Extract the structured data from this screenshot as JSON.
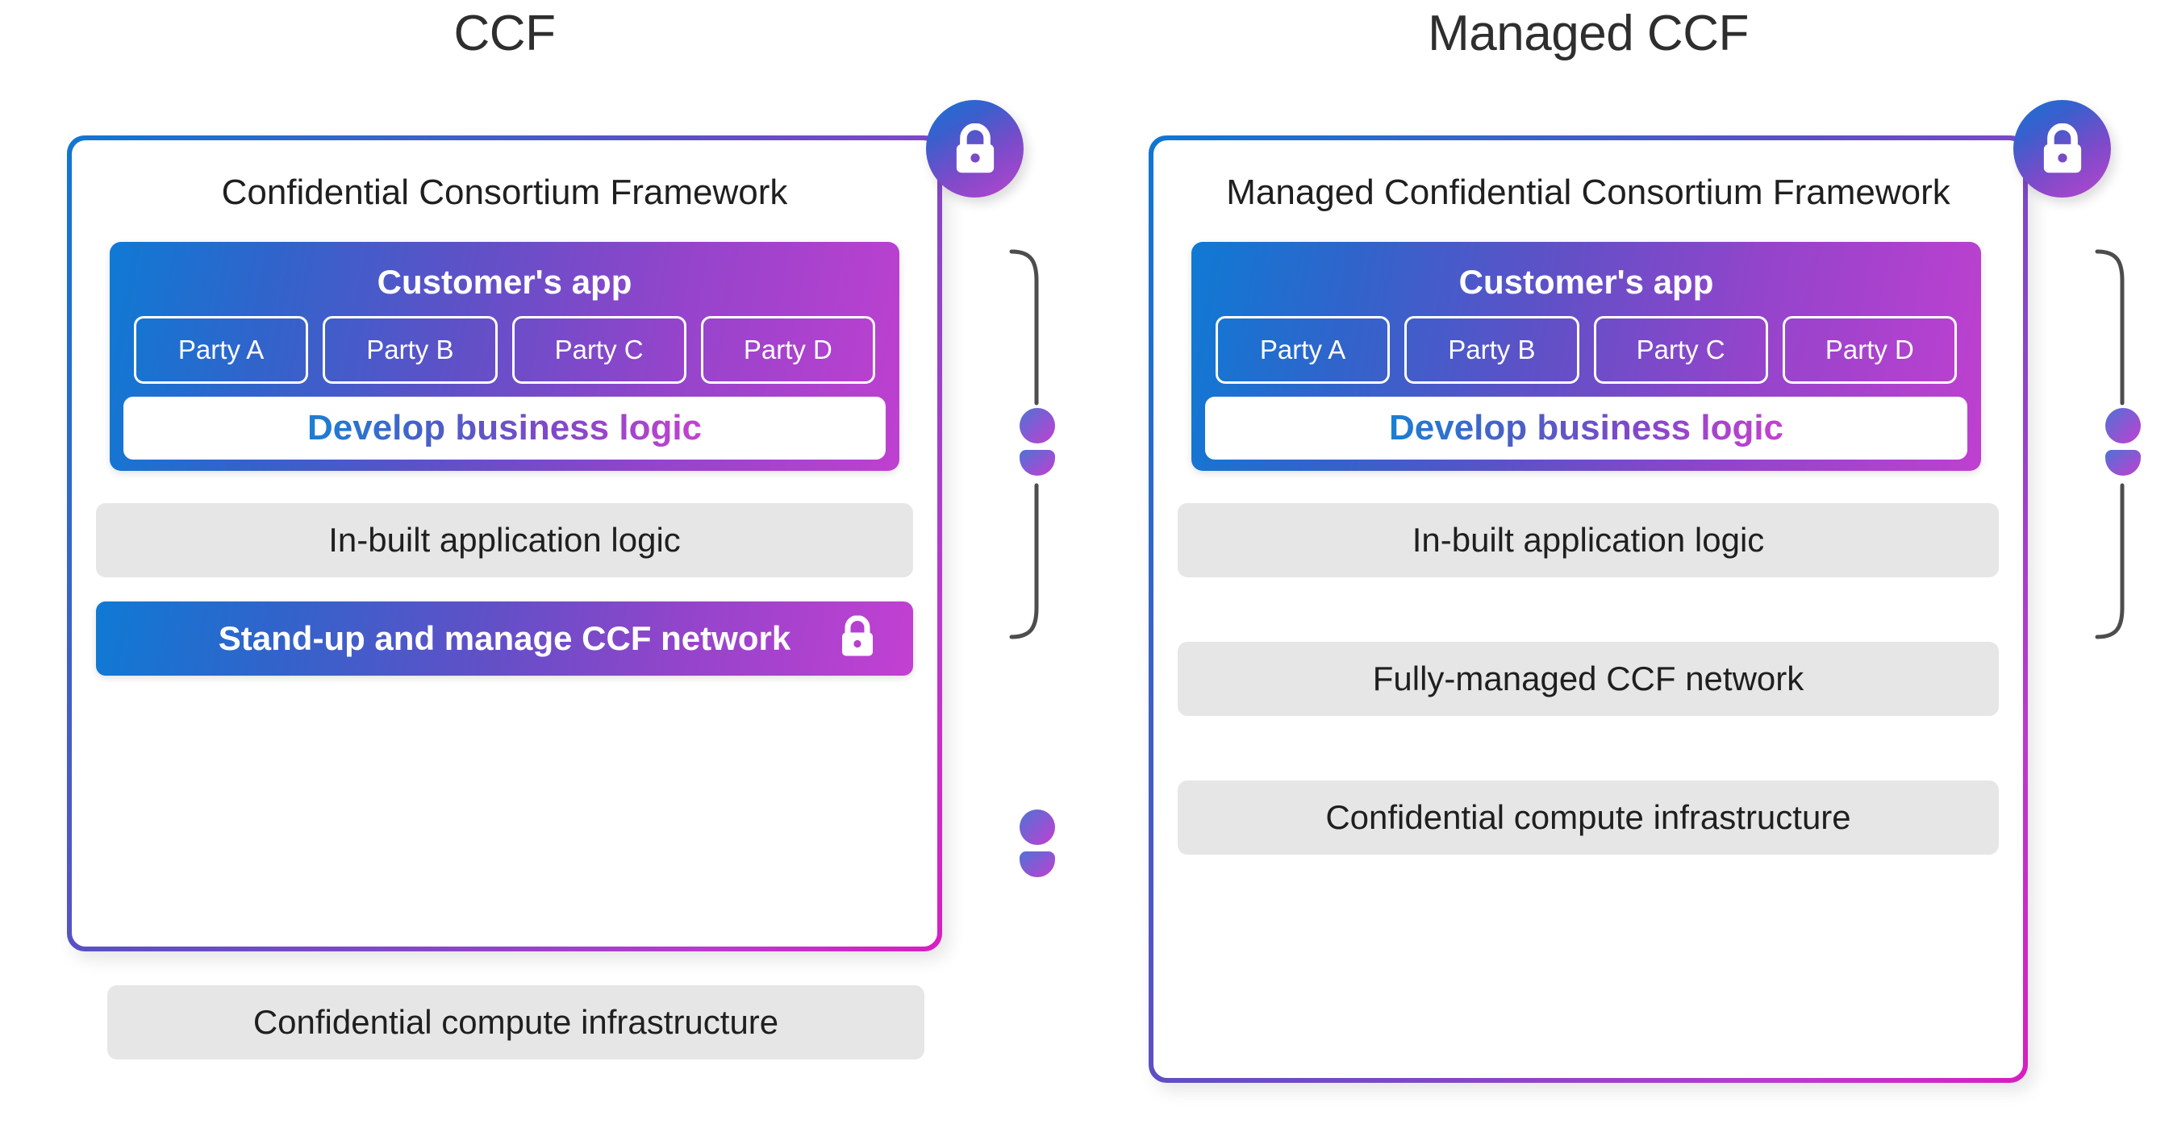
{
  "panels": [
    {
      "id": "ccf",
      "title": "CCF",
      "heading": "Confidential Consortium Framework",
      "app_card": {
        "title": "Customer's app",
        "parties": [
          "Party A",
          "Party B",
          "Party C",
          "Party D"
        ],
        "develop_label": "Develop business logic"
      },
      "rows": [
        {
          "label": "In-built application logic",
          "style": "gray"
        },
        {
          "label": "Stand-up and manage CCF network",
          "style": "gradient",
          "icon": "lock-icon"
        }
      ],
      "outside_rows": [
        {
          "label": "Confidential compute infrastructure",
          "style": "gray"
        }
      ],
      "badge_icon": "lock-icon"
    },
    {
      "id": "managed-ccf",
      "title": "Managed CCF",
      "heading": "Managed Confidential Consortium Framework",
      "app_card": {
        "title": "Customer's app",
        "parties": [
          "Party A",
          "Party B",
          "Party C",
          "Party D"
        ],
        "develop_label": "Develop business logic"
      },
      "rows": [
        {
          "label": "In-built application logic",
          "style": "gray"
        },
        {
          "label": "Fully-managed CCF network",
          "style": "gray"
        },
        {
          "label": "Confidential compute infrastructure",
          "style": "gray"
        }
      ],
      "outside_rows": [],
      "badge_icon": "lock-icon"
    }
  ],
  "annotations": {
    "bracket_icon": "person-icon",
    "secondary_icon": "person-icon"
  },
  "colors": {
    "gradient_start": "#0f7ad4",
    "gradient_mid": "#6150c7",
    "gradient_end": "#c040d4",
    "gray_bar": "#e6e6e6",
    "title_text": "#2e2e2e",
    "body_text": "#1f1f1f",
    "panel_bg": "#ffffff"
  }
}
